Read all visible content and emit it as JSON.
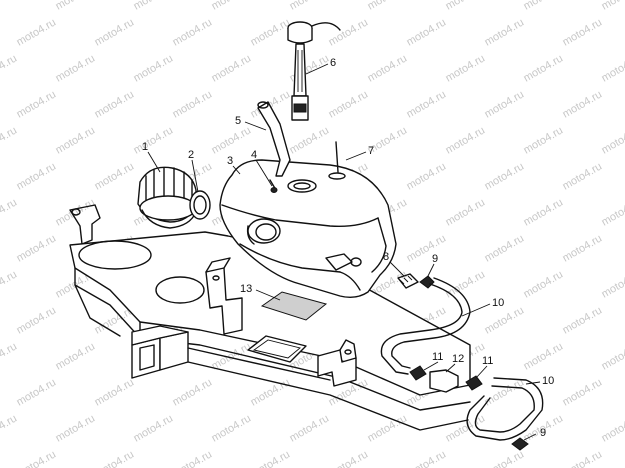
{
  "watermark": {
    "text": "moto4.ru",
    "color": "#c8c8c8"
  },
  "callouts": [
    "1",
    "2",
    "3",
    "4",
    "5",
    "6",
    "7",
    "8",
    "9",
    "10",
    "11",
    "12",
    "11",
    "10",
    "13",
    "9"
  ],
  "colors": {
    "line": "#111111",
    "background": "#ffffff"
  }
}
